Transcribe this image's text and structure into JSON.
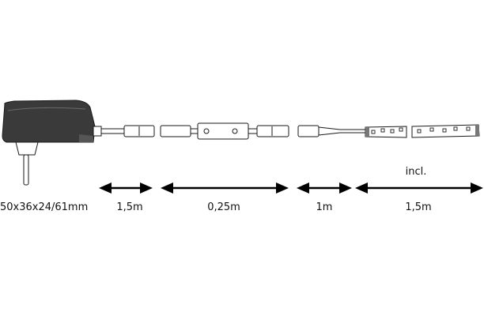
{
  "labels": {
    "adapter_dims": "50x36x24/61mm",
    "seg1": "1,5m",
    "seg2": "0,25m",
    "seg3": "1m",
    "seg4": "1,5m",
    "included": "incl."
  },
  "colors": {
    "line": "#1a1a1a",
    "adapter_fill": "#3a3a3a",
    "arrow": "#000000"
  }
}
